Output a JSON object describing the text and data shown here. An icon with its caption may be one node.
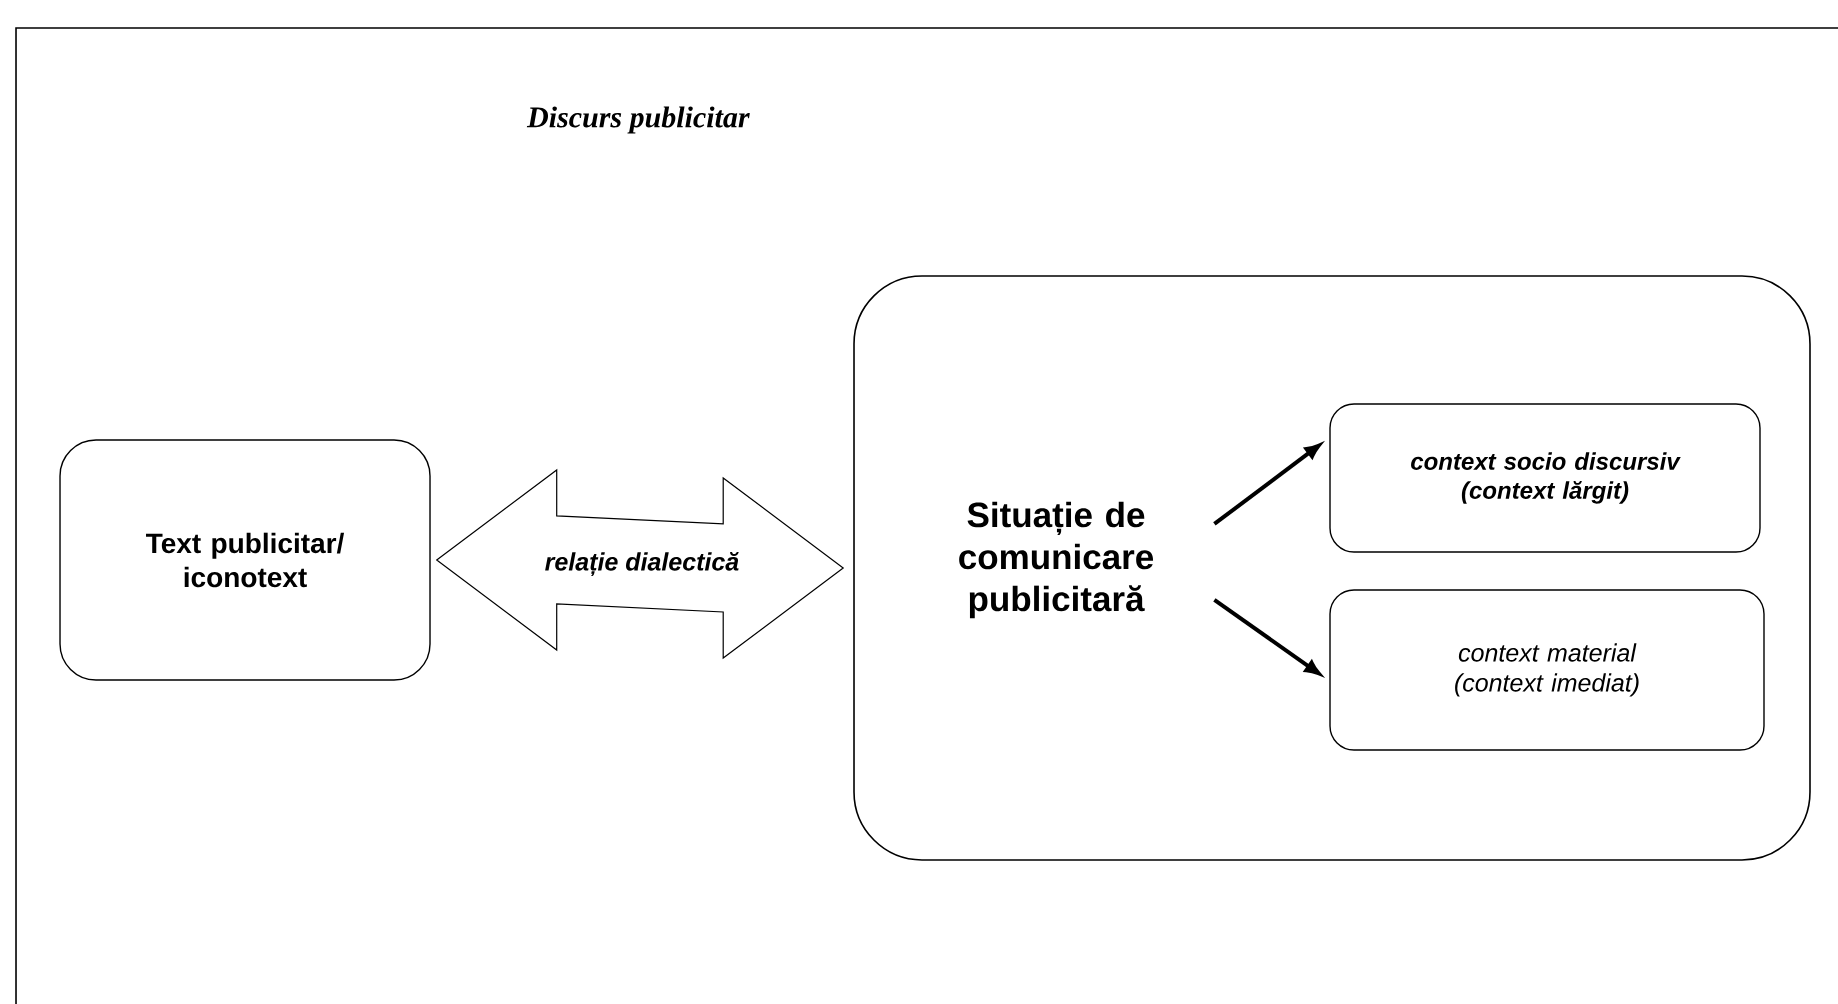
{
  "diagram": {
    "title": "Discurs publicitar",
    "nodes": [
      {
        "text": [
          "Text publicitar/ iconotext"
        ]
      },
      {
        "text": [],
        "shape": "box"
      },
      {
        "text": [
          "Situație de comunicare publicitară"
        ],
        "in": 1
      },
      {
        "text": [
          "context socio discursiv (context lărgit)"
        ],
        "in": 1
      },
      {
        "text": [
          "context  material (context imediat)"
        ],
        "in": 1
      }
    ],
    "edges": [
      {
        "from": 0,
        "to": 1,
        "arrow": "both",
        "label": "relație dialectică"
      },
      {
        "from": 2,
        "to": 3,
        "arrow": "to"
      },
      {
        "from": 2,
        "to": 4,
        "arrow": "to"
      }
    ]
  }
}
